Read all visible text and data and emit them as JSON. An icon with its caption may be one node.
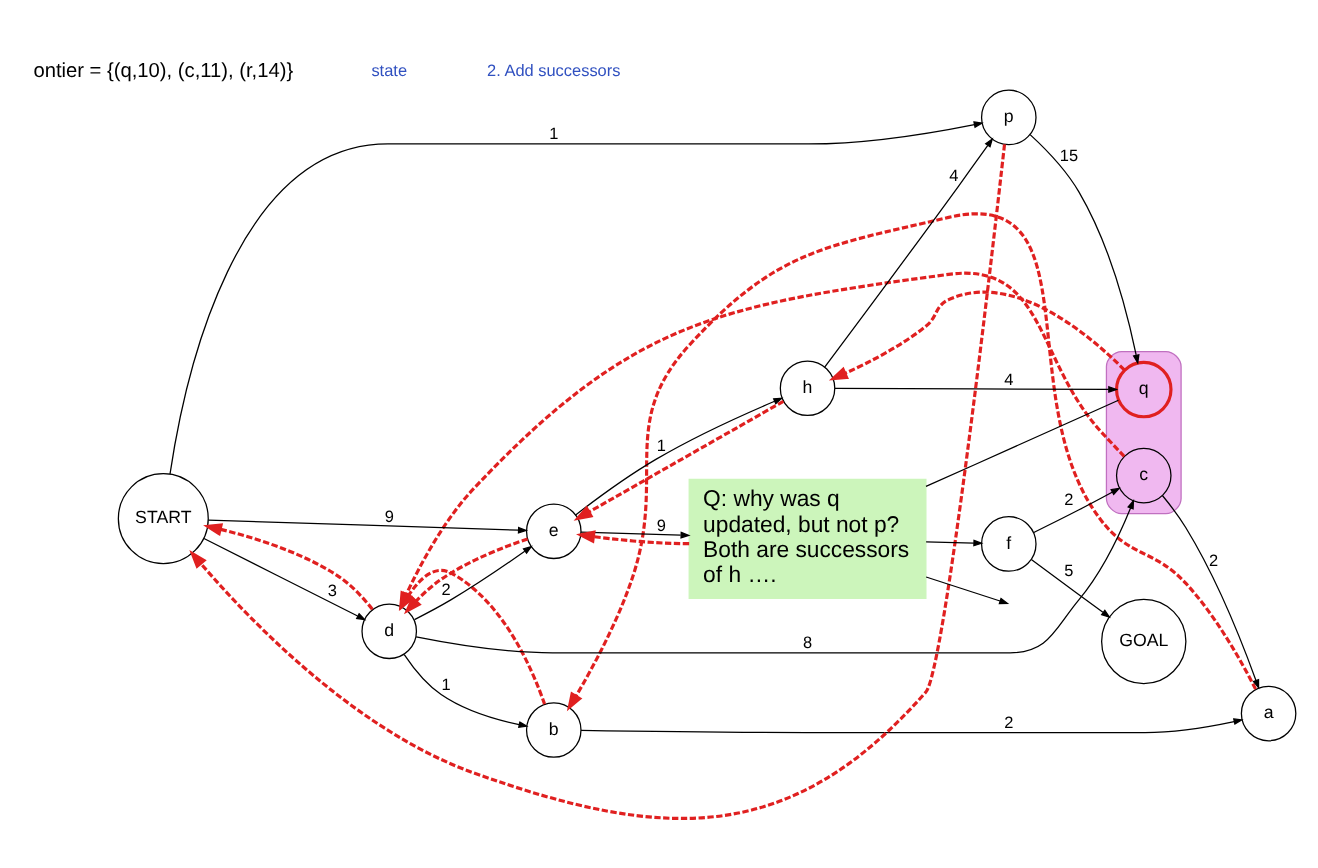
{
  "diagram": {
    "nodes": [
      {
        "text": [
          "a"
        ]
      },
      {
        "text": [
          "b"
        ]
      },
      {
        "text": [],
        "shape": "band"
      },
      {
        "text": [
          "c"
        ],
        "in": 2
      },
      {
        "text": [
          "GOAL"
        ]
      },
      {
        "text": [
          "d"
        ]
      },
      {
        "text": [
          "e"
        ]
      },
      {
        "text": [
          "f"
        ]
      },
      {
        "text": [
          "START"
        ]
      },
      {
        "text": [
          "h"
        ]
      },
      {
        "text": [
          "p"
        ]
      },
      {
        "text": [
          "q"
        ],
        "in": 2
      },
      {
        "text": [
          "Q: why was q updated, but not p? Both are successors of h …."
        ]
      }
    ],
    "edges": [
      {
        "from": 1,
        "to": 0,
        "arrow": "to",
        "label": "2"
      },
      {
        "from": 3,
        "to": 0,
        "arrow": "to",
        "label": "2"
      },
      {
        "from": 5,
        "to": 1,
        "arrow": "to",
        "label": "1"
      },
      {
        "from": 5,
        "to": 3,
        "arrow": "to",
        "label": "8"
      },
      {
        "from": 5,
        "to": 6,
        "arrow": "to",
        "label": "2"
      },
      {
        "from": 8,
        "to": 5,
        "arrow": "to",
        "label": "3"
      },
      {
        "from": 8,
        "to": 6,
        "arrow": "to",
        "label": "9"
      },
      {
        "from": 6,
        "to": 9,
        "arrow": "to",
        "label": "1"
      },
      {
        "from": 6,
        "to": 12,
        "arrow": "to",
        "label": "9"
      },
      {
        "from": 8,
        "to": 10,
        "arrow": "to",
        "label": "1"
      },
      {
        "from": 9,
        "to": 10,
        "arrow": "to",
        "label": "4"
      },
      {
        "from": 9,
        "to": 11,
        "arrow": "to",
        "label": "4"
      },
      {
        "from": 10,
        "to": 11,
        "arrow": "to",
        "label": "15"
      },
      {
        "from": 11,
        "to": 12,
        "arrow": "none"
      },
      {
        "from": 12,
        "to": 7,
        "arrow": "to"
      },
      {
        "from": 7,
        "to": 3,
        "arrow": "to",
        "label": "2"
      },
      {
        "from": 7,
        "to": 4,
        "arrow": "to",
        "label": "5"
      },
      {
        "from": 0,
        "to": 1,
        "arrow": "to",
        "style": "dashed",
        "color": "#e02020"
      },
      {
        "from": 1,
        "to": 5,
        "arrow": "to",
        "style": "dashed",
        "color": "#e02020"
      },
      {
        "from": 3,
        "to": 5,
        "arrow": "to",
        "style": "dashed",
        "color": "#e02020"
      },
      {
        "from": 6,
        "to": 5,
        "arrow": "to",
        "style": "dashed",
        "color": "#e02020"
      },
      {
        "from": 5,
        "to": 8,
        "arrow": "to",
        "style": "dashed",
        "color": "#e02020"
      },
      {
        "from": 10,
        "to": 8,
        "arrow": "to",
        "style": "dashed",
        "color": "#e02020"
      },
      {
        "from": 9,
        "to": 6,
        "arrow": "to",
        "style": "dashed",
        "color": "#e02020"
      },
      {
        "from": 12,
        "to": 6,
        "arrow": "to",
        "style": "dashed",
        "color": "#e02020"
      },
      {
        "from": 11,
        "to": 9,
        "arrow": "to",
        "style": "dashed",
        "color": "#e02020"
      },
      {
        "from": 12,
        "to": null,
        "arrow": "to"
      }
    ],
    "labels": [
      "ontier = {(q,10), (c,11), (r,14)}",
      "state",
      "2. Add successors"
    ]
  }
}
